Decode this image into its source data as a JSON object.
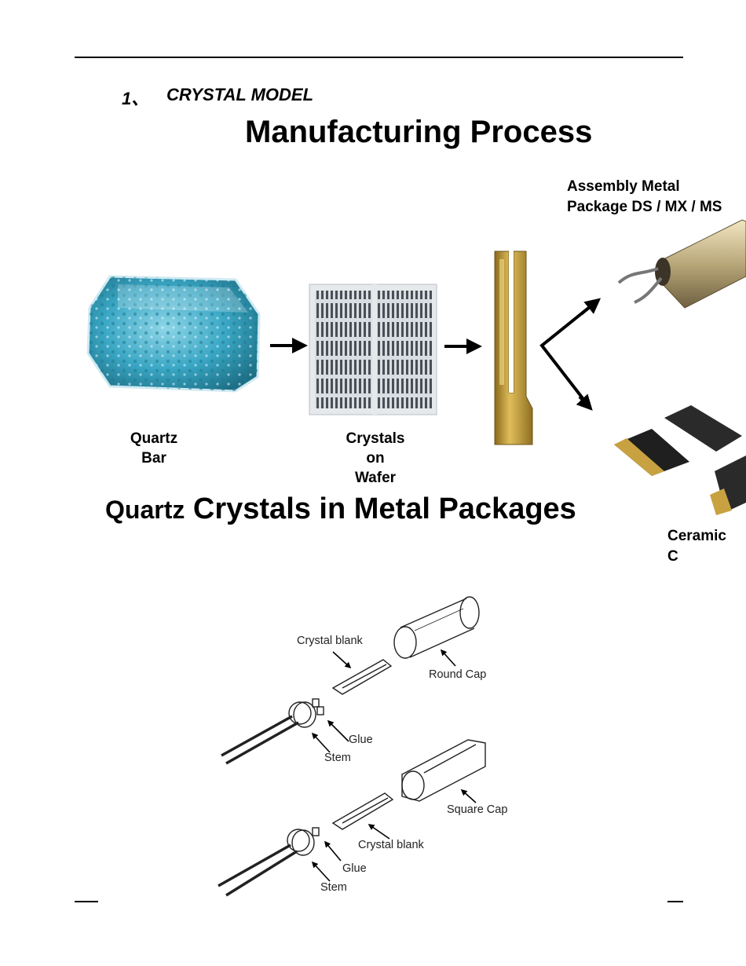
{
  "section": {
    "number": "1、",
    "title": "CRYSTAL MODEL"
  },
  "manufacturing": {
    "title": "Manufacturing  Process",
    "quartz_bar": [
      "Quartz",
      "Bar"
    ],
    "crystals_on_wafer": [
      "Crystals",
      "on",
      "Wafer"
    ],
    "assembly_metal": [
      "Assembly Metal",
      "Package DS / MX /  MS"
    ],
    "ceramic": [
      "Ceramic",
      "C"
    ]
  },
  "packages": {
    "title_small": "Quartz",
    "title_large": " Crystals in Metal Packages",
    "labels": {
      "crystal_blank_top": "Crystal blank",
      "round_cap": "Round Cap",
      "glue_top": "Glue",
      "stem_top": "Stem",
      "square_cap": "Square Cap",
      "crystal_blank_bottom": "Crystal blank",
      "glue_bottom": "Glue",
      "stem_bottom": "Stem"
    }
  },
  "colors": {
    "quartz": "#3aa7c4",
    "gold": "#c9a13a",
    "wafer": "#d7dbe0"
  }
}
